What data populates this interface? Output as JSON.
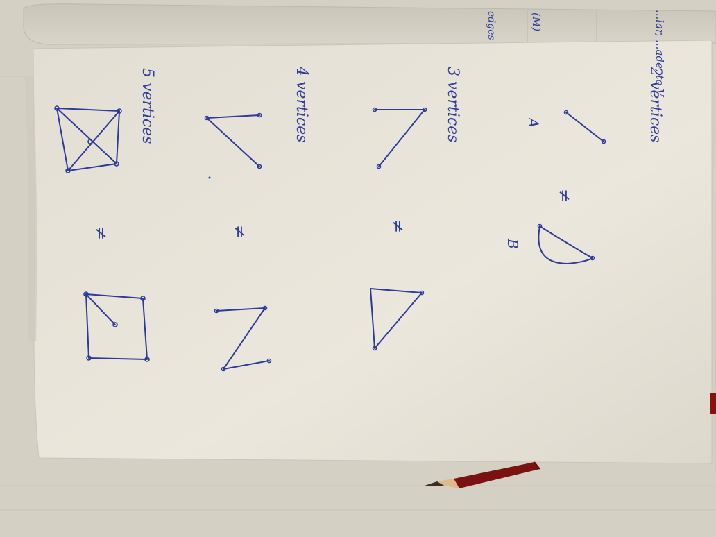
{
  "photo": {
    "subject": "notebook page with hand-drawn graphs"
  },
  "notes": {
    "corner_top": "...lar, ...ade, to V",
    "corner_mid": "(M)",
    "corner_bottom": "edges"
  },
  "headings": {
    "h2": "2 vertices",
    "h3": "3 vertices",
    "h4": "4 vertices",
    "h5": "5 vertices"
  },
  "labels": {
    "A": "A",
    "B": "B",
    "neq1": "≠",
    "neq2": "≠",
    "neq3": "≠",
    "neq4": "≠"
  },
  "colors": {
    "ink": "#2c3a9c",
    "paper": "#e6e2d6",
    "wood": "#d6d2c6",
    "pencil_body": "#7a1212"
  }
}
